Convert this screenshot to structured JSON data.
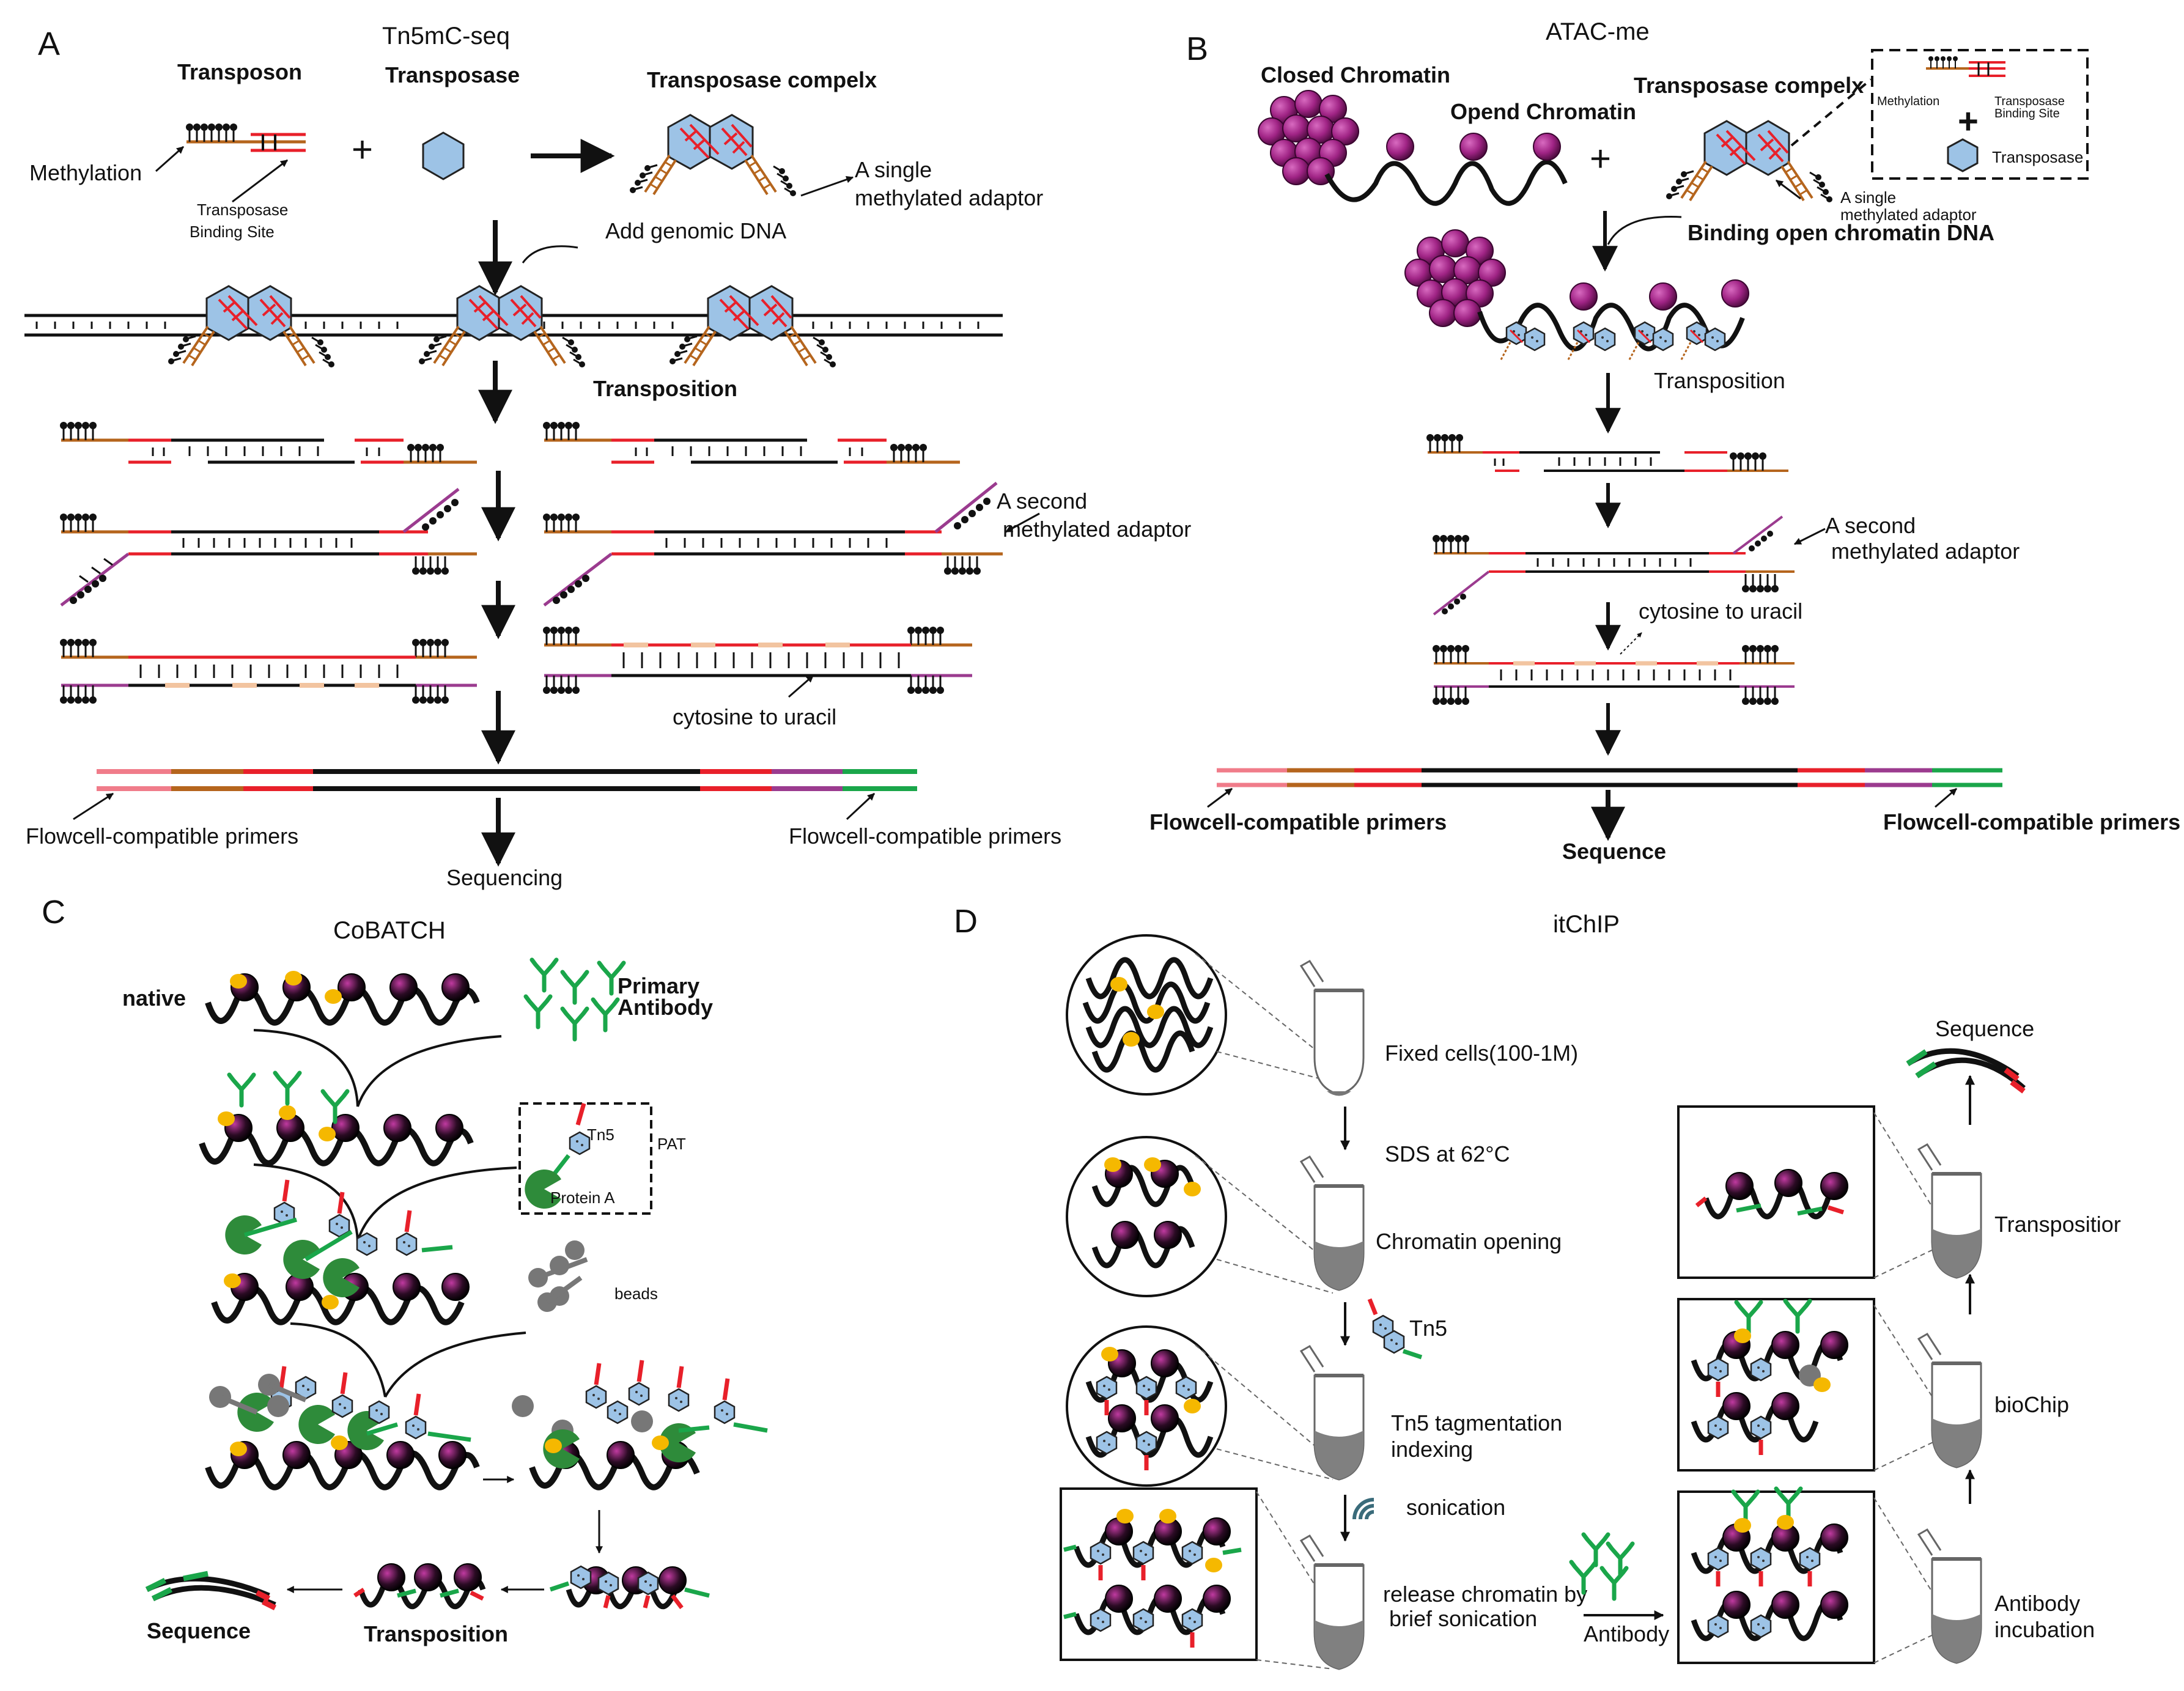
{
  "panels": {
    "A": {
      "letter": "A",
      "title": "Tn5mC-seq",
      "transposon": "Transposon",
      "transposase": "Transposase",
      "complex": "Transposase compelx",
      "methylation": "Methylation",
      "binding_site_1": "Transposase",
      "binding_site_2": "Binding Site",
      "single_adaptor_1": "A single",
      "single_adaptor_2": "methylated adaptor",
      "add_dna": "Add genomic DNA",
      "transposition": "Transposition",
      "second_adaptor_1": "A second",
      "second_adaptor_2": "methylated adaptor",
      "c_to_u": "cytosine to uracil",
      "primers_left": "Flowcell-compatible primers",
      "primers_right": "Flowcell-compatible primers",
      "sequencing": "Sequencing"
    },
    "B": {
      "letter": "B",
      "title": "ATAC-me",
      "closed": "Closed Chromatin",
      "open": "Opend Chromatin",
      "complex": "Transposase compelx",
      "inset_methylation": "Methylation",
      "inset_bs_1": "Transposase",
      "inset_bs_2": "Binding Site",
      "inset_transposase": "Transposase",
      "single_adaptor_1": "A single",
      "single_adaptor_2": "methylated adaptor",
      "binding": "Binding open chromatin DNA",
      "transposition": "Transposition",
      "second_adaptor_1": "A second",
      "second_adaptor_2": "methylated adaptor",
      "c_to_u": "cytosine to uracil",
      "primers_left": "Flowcell-compatible primers",
      "primers_right": "Flowcell-compatible primers",
      "sequence": "Sequence"
    },
    "C": {
      "letter": "C",
      "title": "CoBATCH",
      "native": "native",
      "primary_1": "Primary",
      "primary_2": "Antibody",
      "tn5": "Tn5",
      "pat": "PAT",
      "protein_a": "Protein A",
      "beads": "beads",
      "sequence": "Sequence",
      "transposition": "Transposition"
    },
    "D": {
      "letter": "D",
      "title": "itChIP",
      "fixed": "Fixed cells(100-1M)",
      "sds": "SDS at 62°C",
      "chromatin_opening": "Chromatin opening",
      "tn5": "Tn5",
      "tag_1": "Tn5 tagmentation",
      "tag_2": "indexing",
      "sonication": "sonication",
      "release_1": "release chromatin by",
      "release_2": "brief sonication",
      "antibody": "Antibody",
      "antibody_inc_1": "Antibody",
      "antibody_inc_2": "incubation",
      "biochip": "bioChip",
      "transposition": "Transpositior",
      "sequence": "Sequence"
    }
  },
  "colors": {
    "complex": "#9dc3e6",
    "nucleosome": "#8b1e6e",
    "adaptor_brown": "#b5651d",
    "red": "#e8202a",
    "green": "#1aa64a",
    "pink": "#f07c8a",
    "purple": "#9b3b8f",
    "histone_mark": "#f5b800",
    "bead": "#777777",
    "protein_a": "#2e8b3a"
  }
}
